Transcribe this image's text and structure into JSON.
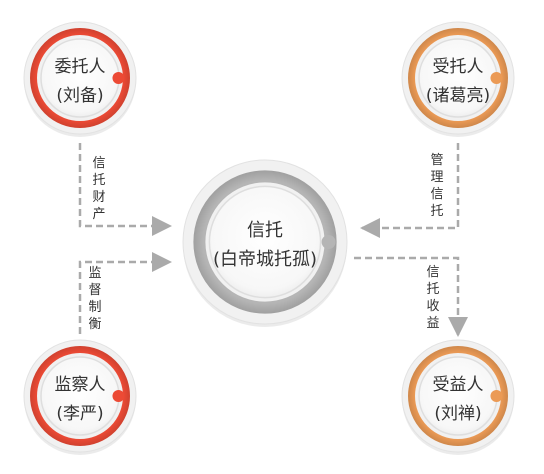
{
  "colors": {
    "red": "#ec4a35",
    "orange": "#eb9a55",
    "gray": "#b5b5b5",
    "arrow": "#aaaaaa"
  },
  "nodes": {
    "settlor": {
      "line1": "委托人",
      "line2": "(刘备)",
      "color": "red"
    },
    "trustee": {
      "line1": "受托人",
      "line2": "(诸葛亮)",
      "color": "orange"
    },
    "supervisor": {
      "line1": "监察人",
      "line2": "(李严)",
      "color": "red"
    },
    "beneficiary": {
      "line1": "受益人",
      "line2": "(刘禅)",
      "color": "orange"
    },
    "trust": {
      "line1": "信托",
      "line2": "(白帝城托孤)",
      "color": "gray"
    }
  },
  "edges": {
    "settlor_to_trust": "信托财产",
    "trustee_to_trust": "管理信托",
    "supervisor_to_trust": "监督制衡",
    "trust_to_beneficiary": "信托收益"
  }
}
